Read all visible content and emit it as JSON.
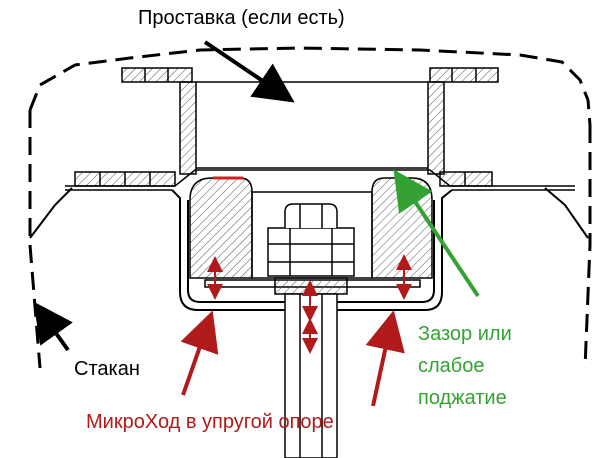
{
  "labels": {
    "spacer": "Проставка (если есть)",
    "cup": "Стакан",
    "gap_line1": "Зазор или",
    "gap_line2": "слабое",
    "gap_line3": "поджатие",
    "micro_travel": "МикроХод в упругой опоре"
  },
  "colors": {
    "outline": "#000000",
    "hatch": "#555555",
    "micro_travel": "#b01a1a",
    "gap": "#33a233",
    "contact": "#d42020",
    "background": "#ffffff"
  },
  "icons": [
    "pointer-arrow-icon",
    "double-arrow-icon"
  ]
}
